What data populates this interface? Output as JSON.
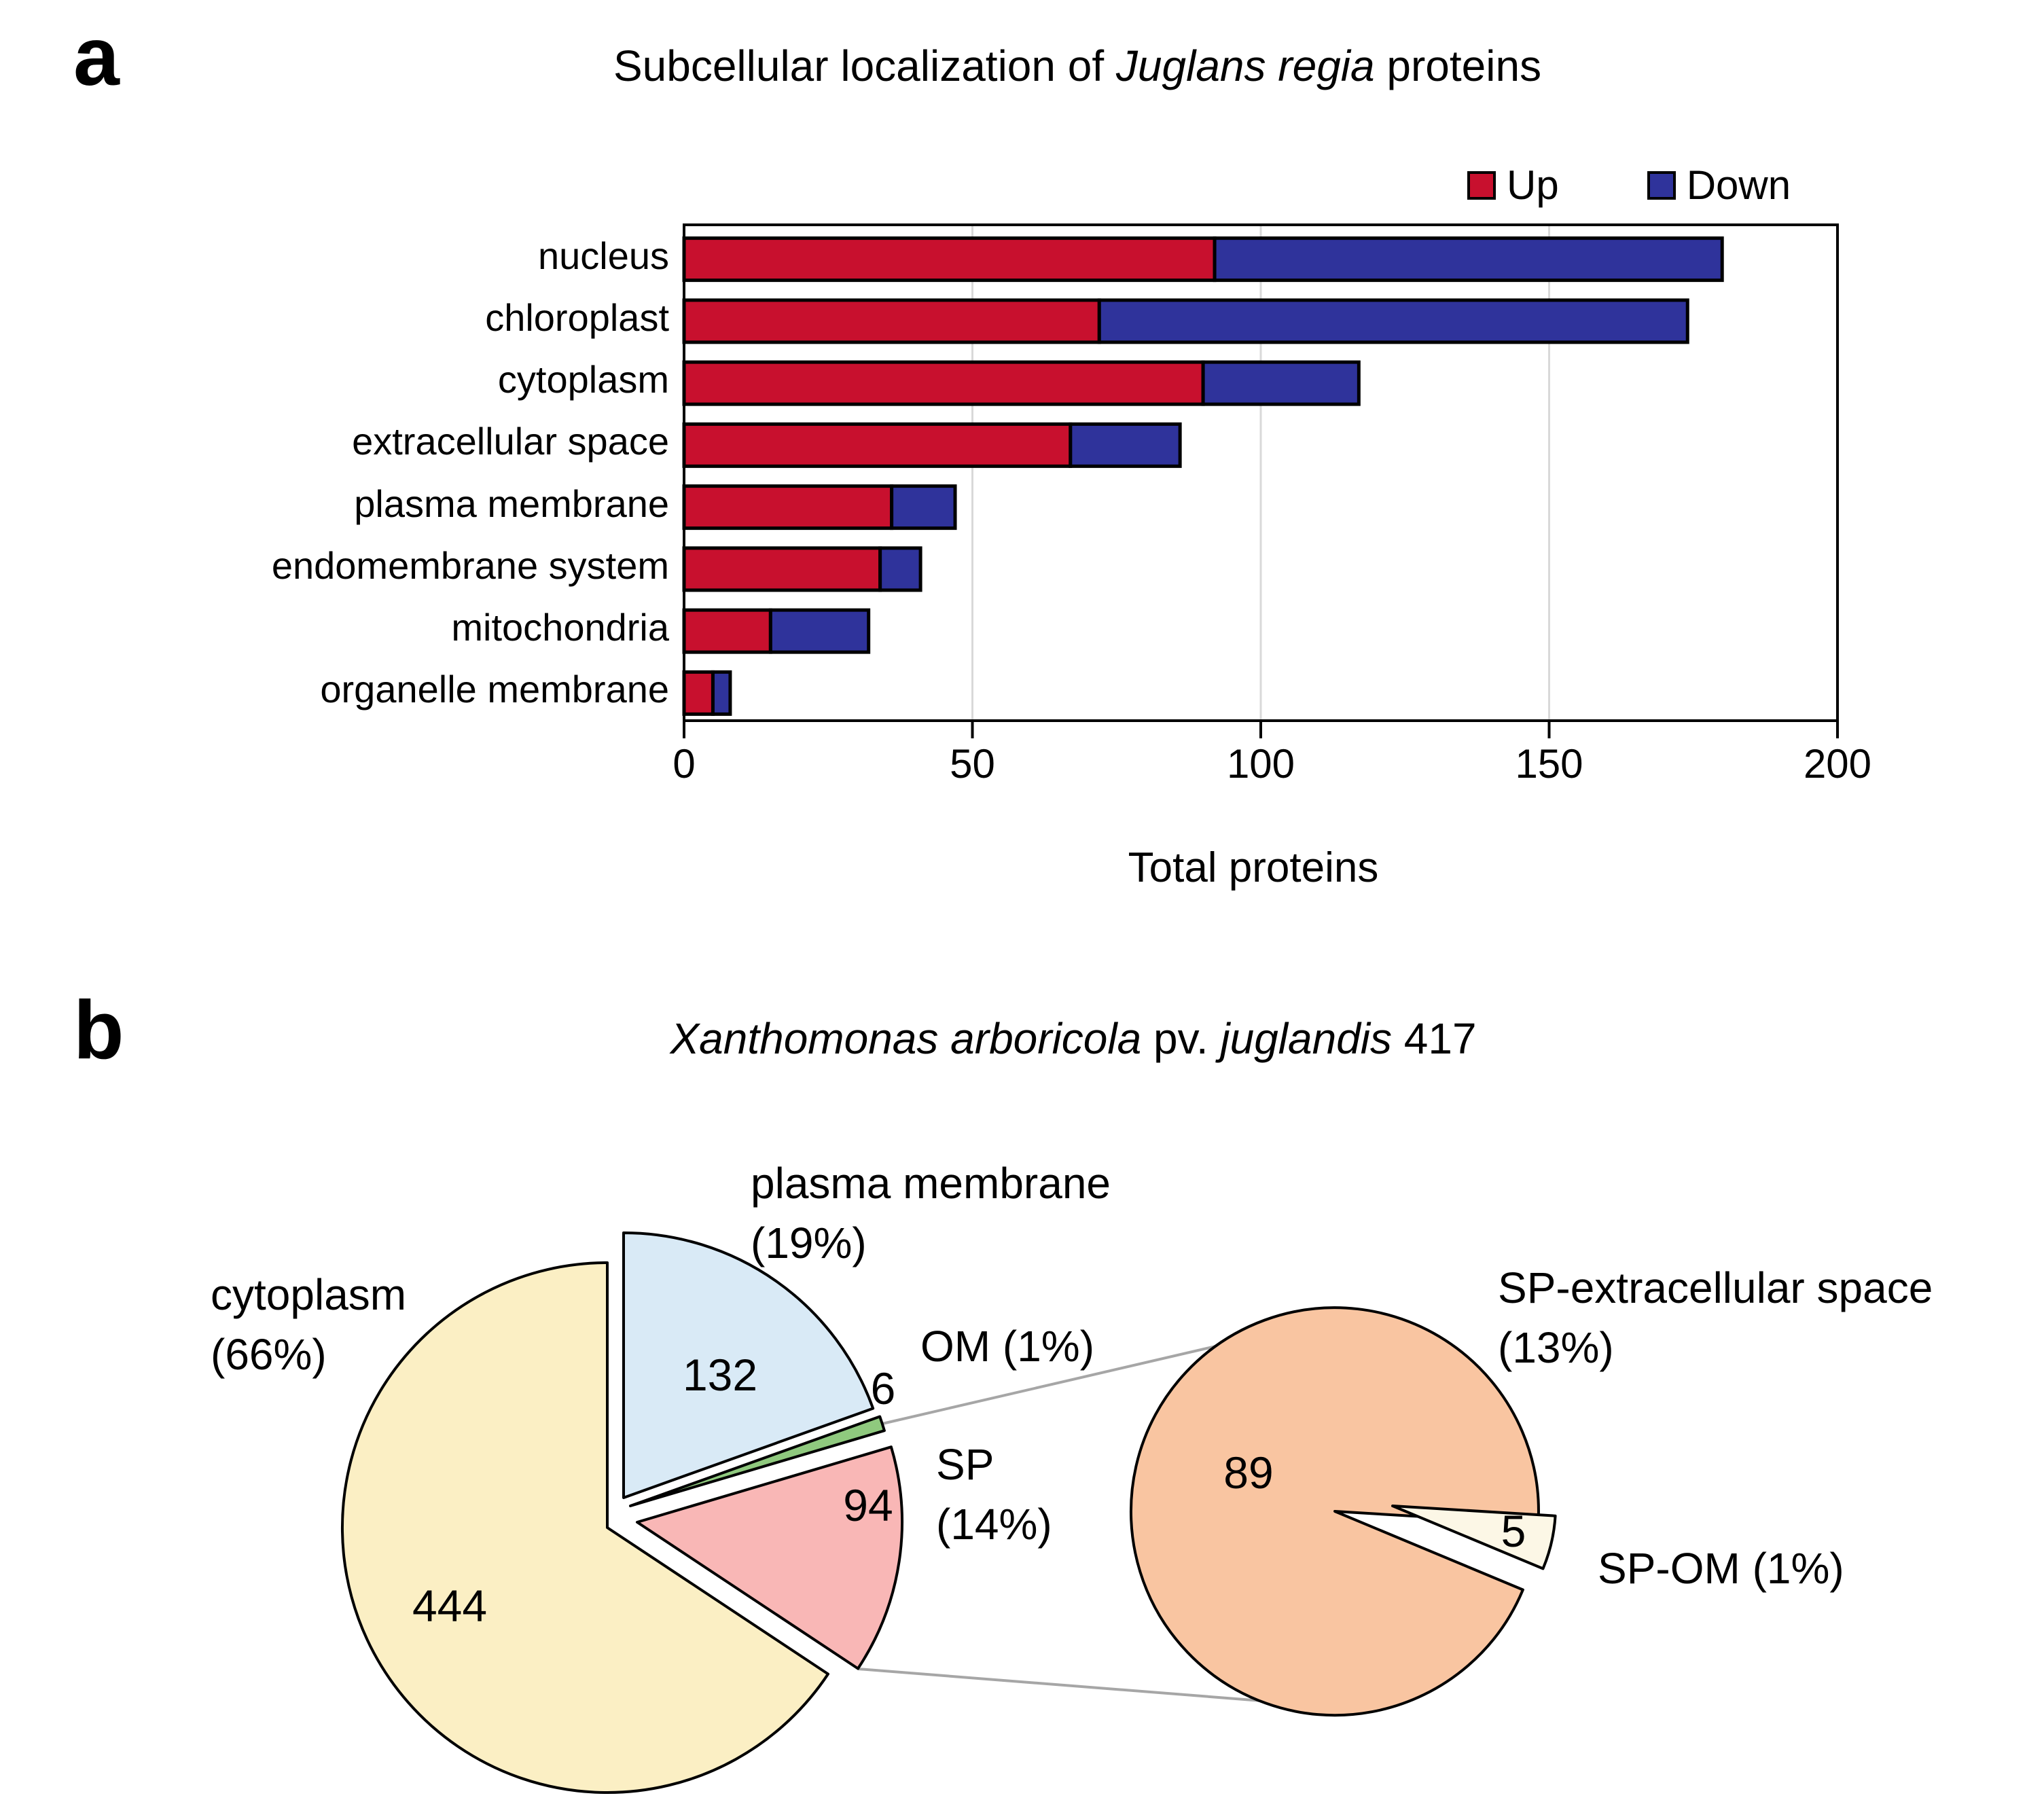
{
  "panels": {
    "a": {
      "letter": "a"
    },
    "b": {
      "letter": "b"
    }
  },
  "style": {
    "up_color": "#C8102E",
    "down_color": "#2F339B",
    "grid_color": "#D9D9D9",
    "frame_color": "#000000",
    "connector_color": "#A6A6A6"
  },
  "chart_data": [
    {
      "type": "bar",
      "orientation": "horizontal",
      "stacked": true,
      "title": "Subcellular localization of Juglans regia proteins",
      "title_parts": {
        "prefix": "Subcellular localization of ",
        "italic": "Juglans regia",
        "suffix": " proteins"
      },
      "categories": [
        "nucleus",
        "chloroplast",
        "cytoplasm",
        "extracellular space",
        "plasma membrane",
        "endomembrane system",
        "mitochondria",
        "organelle membrane"
      ],
      "series": [
        {
          "name": "Up",
          "color": "#C8102E",
          "values": [
            92,
            72,
            90,
            67,
            36,
            34,
            15,
            5
          ]
        },
        {
          "name": "Down",
          "color": "#2F339B",
          "values": [
            88,
            102,
            27,
            19,
            11,
            7,
            17,
            3
          ]
        }
      ],
      "xlabel": "Total proteins",
      "xlim": [
        0,
        200
      ],
      "xticks": [
        0,
        50,
        100,
        150,
        200
      ],
      "legend_position": "top-right",
      "grid": true
    },
    {
      "type": "pie",
      "title": "Xanthomonas arboricola pv. juglandis 417",
      "title_parts": {
        "italic1": "Xanthomonas arboricola",
        "mid": " pv. ",
        "italic2": "juglandis",
        "suffix": " 417"
      },
      "exploded": true,
      "slices": [
        {
          "name": "plasma membrane",
          "value": 132,
          "pct": "19%",
          "label_line1": "plasma membrane",
          "label_line2": "(19%)",
          "color": "#D9EAF6"
        },
        {
          "name": "OM",
          "value": 6,
          "pct": "1%",
          "label": "OM (1%)",
          "color": "#8FC97E"
        },
        {
          "name": "SP",
          "value": 94,
          "pct": "14%",
          "label_line1": "SP",
          "label_line2": "(14%)",
          "color": "#F9B7B6"
        },
        {
          "name": "cytoplasm",
          "value": 444,
          "pct": "66%",
          "label_line1": "cytoplasm",
          "label_line2": "(66%)",
          "color": "#FBEFC4"
        }
      ]
    },
    {
      "type": "pie",
      "exploded_slice": "SP-OM",
      "slices": [
        {
          "name": "SP-extracellular space",
          "value": 89,
          "pct": "13%",
          "label_line1": "SP-extracellular space",
          "label_line2": "(13%)",
          "color": "#F9C5A1"
        },
        {
          "name": "SP-OM",
          "value": 5,
          "pct": "1%",
          "label": "SP-OM (1%)",
          "color": "#FCF7E6"
        }
      ]
    }
  ]
}
